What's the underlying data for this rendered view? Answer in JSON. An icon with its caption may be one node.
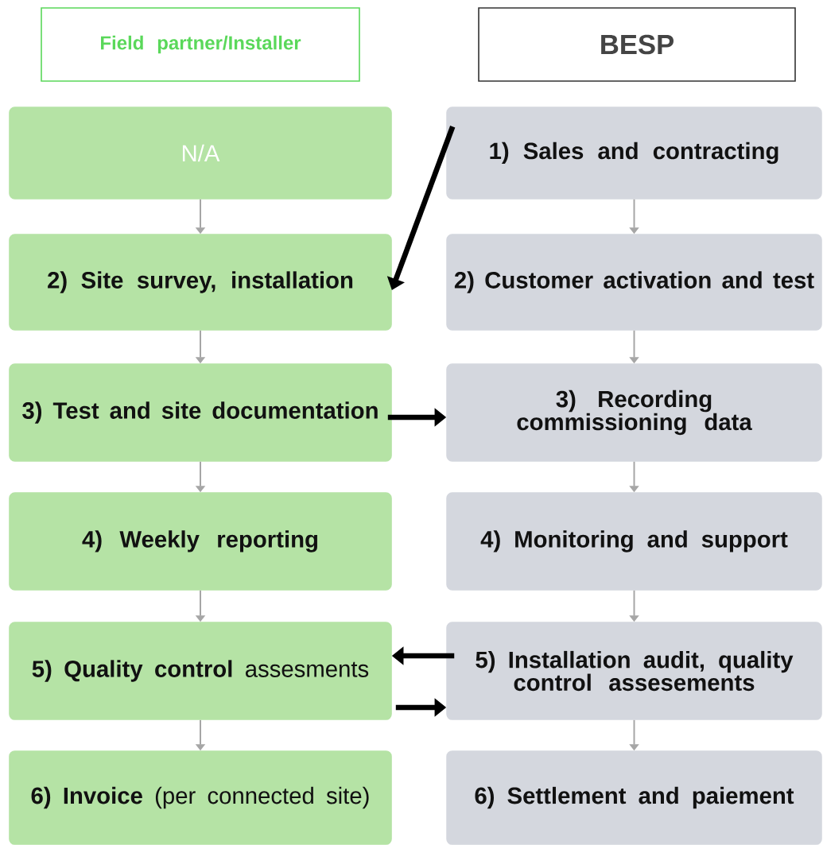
{
  "diagram": {
    "nodes": [
      {
        "text": [
          "Field partner/Installer"
        ]
      },
      {
        "text": [
          "BESP"
        ]
      },
      {
        "text": [
          "N/A"
        ]
      },
      {
        "text": [
          "1) Sales and contracting"
        ]
      },
      {
        "text": [
          "2) Site survey, installation"
        ]
      },
      {
        "text": [
          "2) Customer activation and test"
        ]
      },
      {
        "text": [
          "3) Test and site documentation"
        ]
      },
      {
        "text": [
          "3) Recording commissioning data"
        ]
      },
      {
        "text": [
          "4) Weekly reporting"
        ]
      },
      {
        "text": [
          "4) Monitoring and support"
        ]
      },
      {
        "text": [
          "**5) Quality control** assesments"
        ]
      },
      {
        "text": [
          "5) Installation audit, quality control assesements"
        ]
      },
      {
        "text": [
          "**6) Invoice** (per connected site)"
        ]
      },
      {
        "text": [
          "6) Settlement and paiement"
        ]
      }
    ],
    "edges": [
      {
        "from": 2,
        "to": 4,
        "arrow": "to"
      },
      {
        "from": 4,
        "to": 6,
        "arrow": "to"
      },
      {
        "from": 6,
        "to": 8,
        "arrow": "to"
      },
      {
        "from": 8,
        "to": 10,
        "arrow": "to"
      },
      {
        "from": 10,
        "to": 12,
        "arrow": "to"
      },
      {
        "from": 3,
        "to": 5,
        "arrow": "to"
      },
      {
        "from": 5,
        "to": 7,
        "arrow": "to"
      },
      {
        "from": 7,
        "to": 9,
        "arrow": "to"
      },
      {
        "from": 9,
        "to": 11,
        "arrow": "to"
      },
      {
        "from": 11,
        "to": 13,
        "arrow": "to"
      },
      {
        "from": 3,
        "to": 4,
        "arrow": "to",
        "style": "thick",
        "color": "#000000"
      },
      {
        "from": 6,
        "to": 7,
        "arrow": "to",
        "style": "thick",
        "color": "#000000"
      },
      {
        "from": 11,
        "to": 10,
        "arrow": "to",
        "style": "thick",
        "color": "#000000"
      },
      {
        "from": 10,
        "to": 11,
        "arrow": "to",
        "style": "thick",
        "color": "#000000"
      }
    ]
  }
}
